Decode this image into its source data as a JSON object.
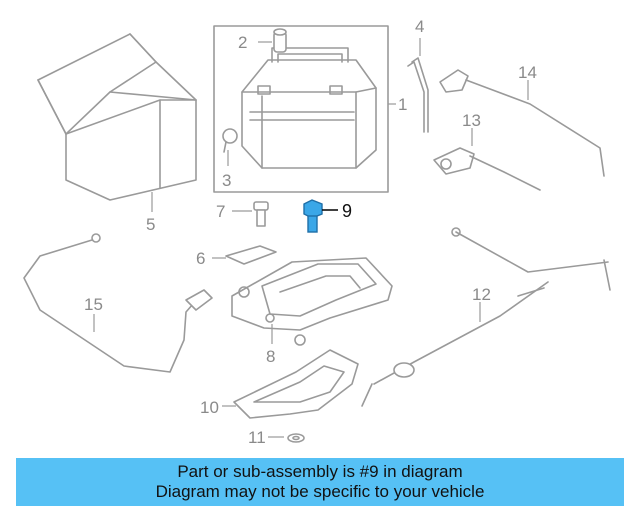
{
  "diagram": {
    "callouts": {
      "c1": "1",
      "c2": "2",
      "c3": "3",
      "c4": "4",
      "c5": "5",
      "c6": "6",
      "c7": "7",
      "c8": "8",
      "c9": "9",
      "c10": "10",
      "c11": "11",
      "c12": "12",
      "c13": "13",
      "c14": "14",
      "c15": "15"
    },
    "highlight_color": "#3aa7e8"
  },
  "banner": {
    "line1": "Part or sub-assembly is #9 in diagram",
    "line2": "Diagram may not be specific to your vehicle",
    "color": "#56c1f5"
  }
}
